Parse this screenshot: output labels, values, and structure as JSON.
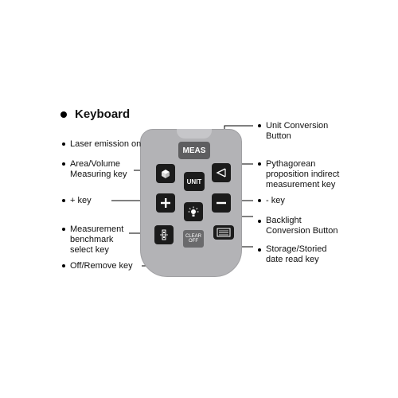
{
  "title": "Keyboard",
  "keys": {
    "meas": "MEAS",
    "unit": "UNIT",
    "clear_line1": "CLEAR",
    "clear_line2": "OFF",
    "area_icon": "cube-icon",
    "pythagorean_icon": "triangle-angle-icon",
    "plus_icon": "plus-icon",
    "minus_icon": "minus-icon",
    "backlight_icon": "bulb-icon",
    "benchmark_icon": "benchmark-icon",
    "storage_icon": "storage-icon"
  },
  "labels": {
    "laser": "Laser emission on",
    "area_line1": "Area/Volume",
    "area_line2": "Measuring key",
    "plus": "+ key",
    "benchmark_line1": "Measurement",
    "benchmark_line2": "benchmark",
    "benchmark_line3": "select key",
    "off": "Off/Remove key",
    "unit_line1": "Unit Conversion",
    "unit_line2": "Button",
    "pyth_line1": "Pythagorean",
    "pyth_line2": "proposition indirect",
    "pyth_line3": "measurement key",
    "minus": "- key",
    "backlight_line1": "Backlight",
    "backlight_line2": "Conversion Button",
    "storage_line1": "Storage/Storied",
    "storage_line2": "date read key"
  },
  "colors": {
    "pad": "#b3b3b6",
    "key": "#1b1b1b",
    "meas_key": "#5e5e60",
    "clear_key": "#6a6a6c"
  }
}
